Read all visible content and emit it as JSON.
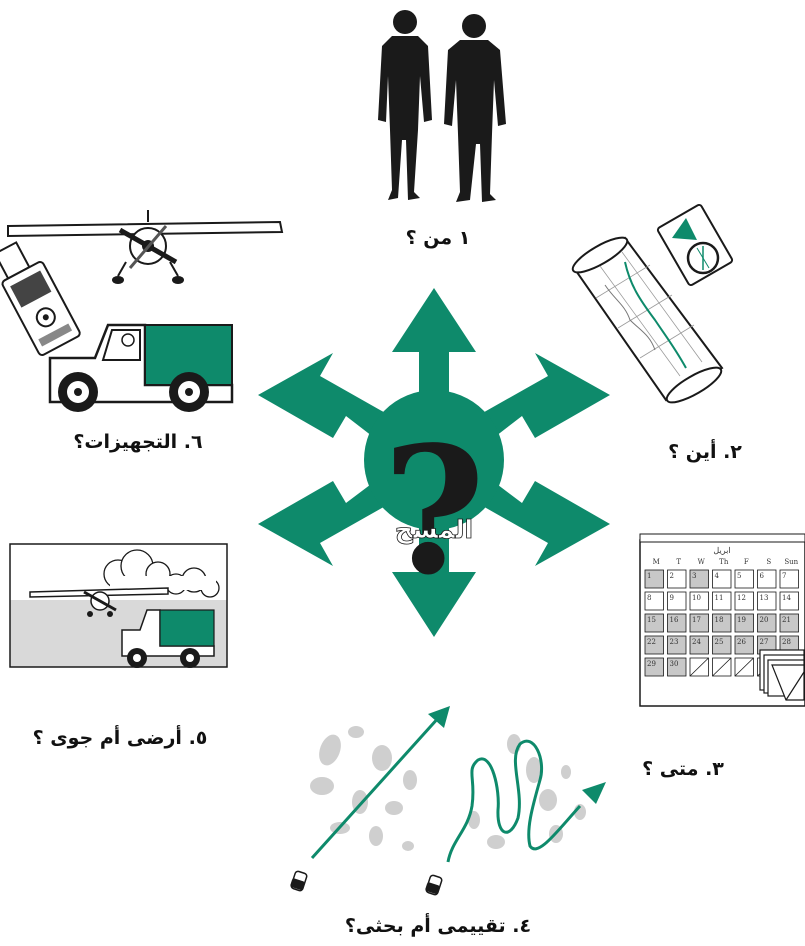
{
  "center": {
    "symbol": "?",
    "title": "المسح"
  },
  "labels": {
    "who": "١ من ؟",
    "where": "٢. أين ؟",
    "when": "٣. متى ؟",
    "method": "٤. تقييمى أم بحثى؟",
    "mode": "٥. أرضى أم جوى ؟",
    "equipment": "٦. التجهيزات؟"
  },
  "calendar": {
    "month": "ابريل",
    "weekdays": [
      "M",
      "T",
      "W",
      "Th",
      "F",
      "S",
      "Sun"
    ],
    "days": [
      "1",
      "2",
      "3",
      "4",
      "5",
      "6",
      "7",
      "8",
      "9",
      "10",
      "11",
      "12",
      "13",
      "14",
      "15",
      "16",
      "17",
      "18",
      "19",
      "20",
      "21",
      "22",
      "23",
      "24",
      "25",
      "26",
      "27",
      "28",
      "29",
      "30"
    ]
  },
  "colors": {
    "accent": "#0e8a6b",
    "ink": "#1a1a1a",
    "ground": "#d9d9d9",
    "shaded_cell": "#c8c8c8",
    "blob": "#cfcfcf"
  }
}
